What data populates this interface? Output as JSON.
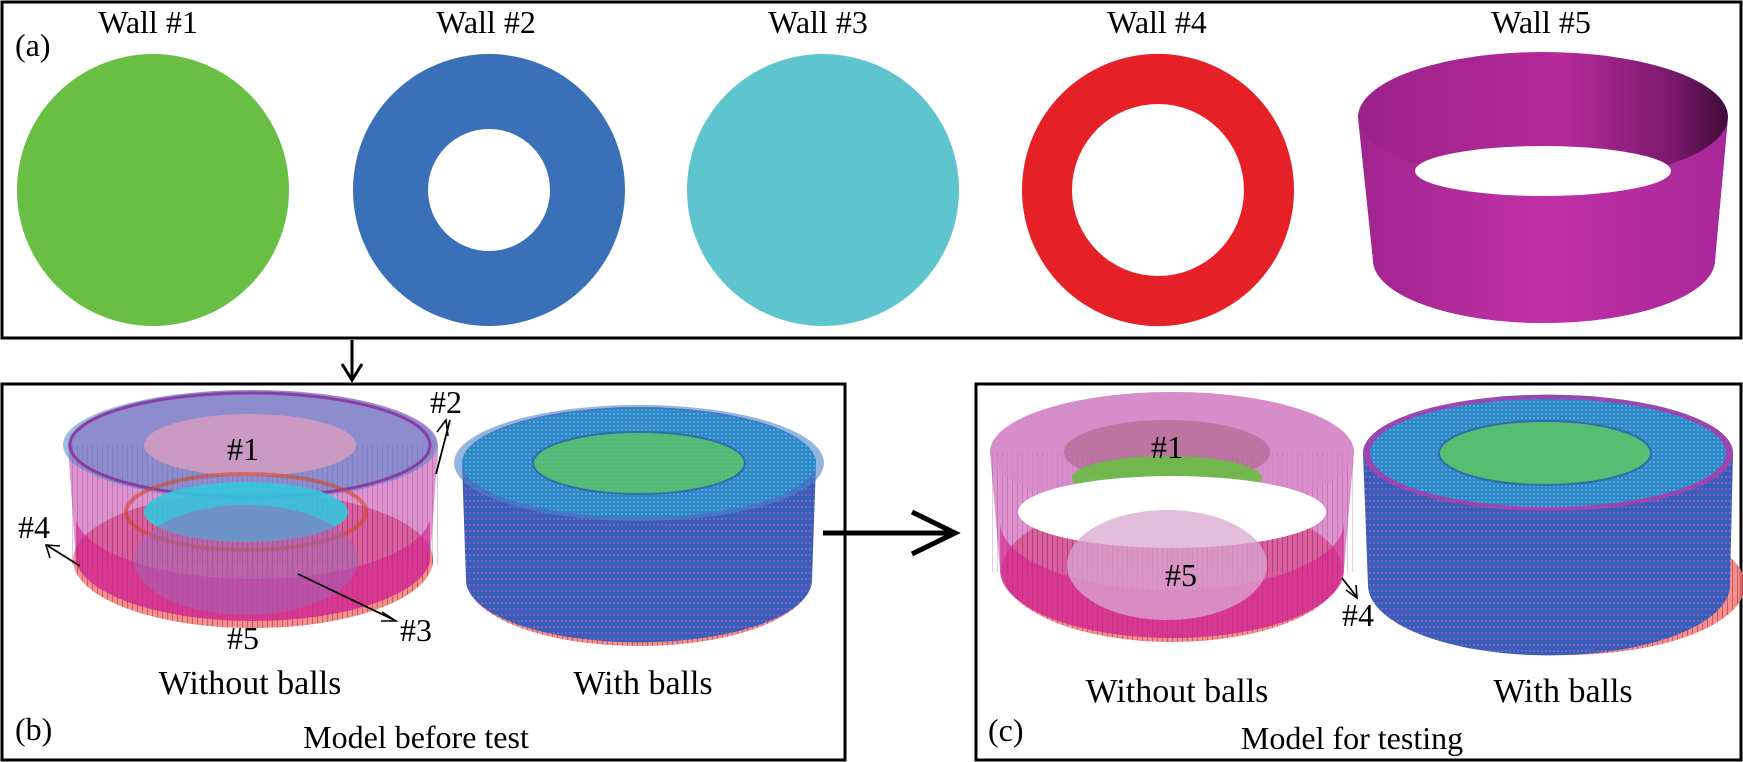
{
  "panel_a": {
    "label": "(a)",
    "walls": [
      {
        "title": "Wall #1",
        "shape": "disk",
        "color": "#69be44"
      },
      {
        "title": "Wall #2",
        "shape": "ring",
        "color": "#3a70b8"
      },
      {
        "title": "Wall #3",
        "shape": "disk",
        "color": "#5ec5cf"
      },
      {
        "title": "Wall #4",
        "shape": "ring",
        "color": "#e52127"
      },
      {
        "title": "Wall #5",
        "shape": "cylinder",
        "color": "#b02590"
      }
    ]
  },
  "panel_b": {
    "label": "(b)",
    "caption": "Model before test",
    "left_caption": "Without balls",
    "right_caption": "With balls",
    "callouts": {
      "w1": "#1",
      "w2": "#2",
      "w3": "#3",
      "w4": "#4",
      "w5": "#5"
    }
  },
  "panel_c": {
    "label": "(c)",
    "caption": "Model for testing",
    "left_caption": "Without balls",
    "right_caption": "With balls",
    "callouts": {
      "w1": "#1",
      "w4": "#4",
      "w5": "#5"
    }
  },
  "colors": {
    "frame": "#000000",
    "wall1": "#69be44",
    "wall2": "#3a70b8",
    "wall3": "#5ec5cf",
    "wall4": "#e52127",
    "wall5": "#b02590",
    "balls": "#2f8fc9"
  }
}
